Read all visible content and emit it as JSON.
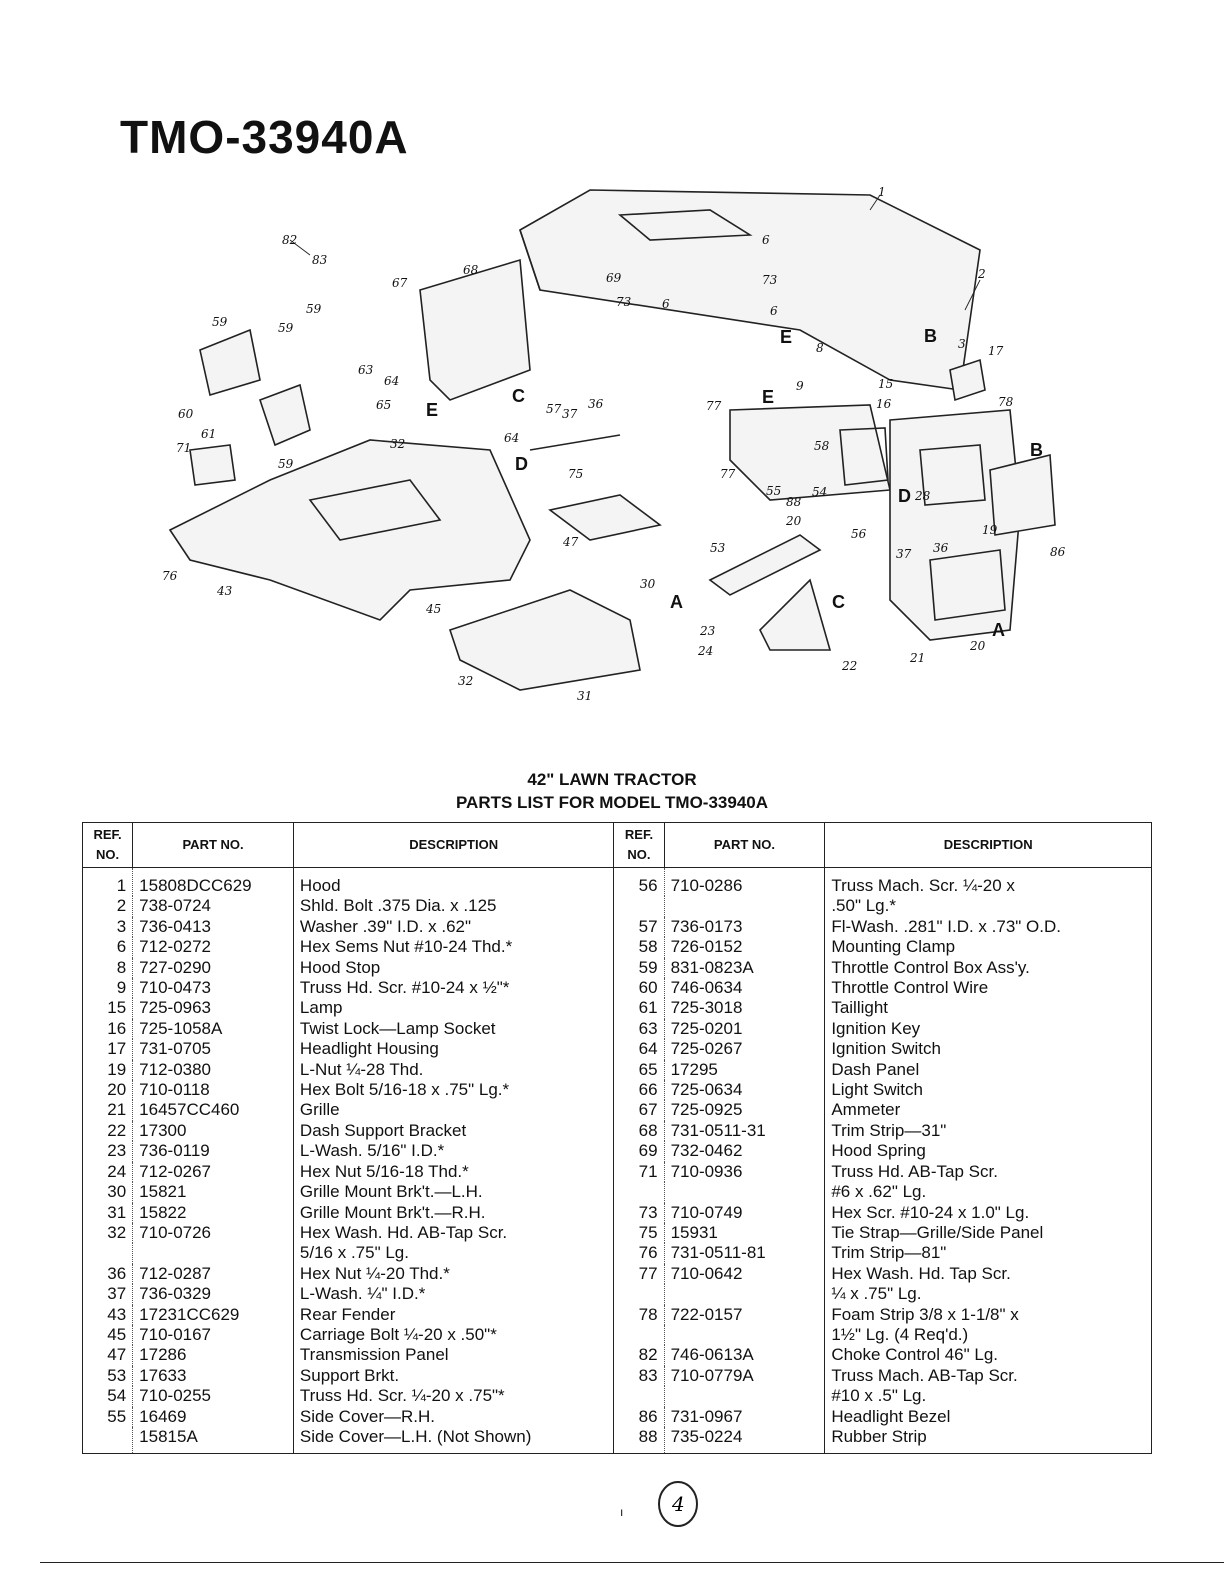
{
  "model_title": "TMO-33940A",
  "diagram": {
    "callouts": [
      "1",
      "2",
      "3",
      "6",
      "6",
      "6",
      "8",
      "9",
      "15",
      "16",
      "17",
      "19",
      "20",
      "20",
      "21",
      "22",
      "23",
      "24",
      "28",
      "30",
      "31",
      "32",
      "32",
      "36",
      "36",
      "37",
      "37",
      "43",
      "45",
      "47",
      "53",
      "54",
      "55",
      "56",
      "57",
      "58",
      "59",
      "59",
      "59",
      "59",
      "60",
      "61",
      "63",
      "64",
      "64",
      "65",
      "67",
      "68",
      "69",
      "71",
      "73",
      "73",
      "75",
      "76",
      "77",
      "77",
      "78",
      "82",
      "83",
      "86",
      "88"
    ],
    "letters": [
      "A",
      "A",
      "B",
      "B",
      "C",
      "C",
      "D",
      "D",
      "E",
      "E",
      "E"
    ]
  },
  "subtitle_line1": "42\" LAWN TRACTOR",
  "subtitle_line2": "PARTS LIST FOR MODEL TMO-33940A",
  "table": {
    "headers": {
      "ref": "REF. NO.",
      "part": "PART NO.",
      "description": "DESCRIPTION"
    },
    "rows": [
      {
        "l_ref": "1",
        "l_part": "15808DCC629",
        "l_desc": "Hood",
        "r_ref": "56",
        "r_part": "710-0286",
        "r_desc": "Truss Mach. Scr. ¼-20 x"
      },
      {
        "l_ref": "2",
        "l_part": "738-0724",
        "l_desc": "Shld. Bolt .375 Dia. x .125",
        "r_ref": "",
        "r_part": "",
        "r_desc": ".50\" Lg.*"
      },
      {
        "l_ref": "3",
        "l_part": "736-0413",
        "l_desc": "Washer .39\" I.D. x .62\"",
        "r_ref": "57",
        "r_part": "736-0173",
        "r_desc": "Fl-Wash. .281\" I.D. x .73\" O.D."
      },
      {
        "l_ref": "6",
        "l_part": "712-0272",
        "l_desc": "Hex Sems Nut #10-24 Thd.*",
        "r_ref": "58",
        "r_part": "726-0152",
        "r_desc": "Mounting Clamp"
      },
      {
        "l_ref": "8",
        "l_part": "727-0290",
        "l_desc": "Hood Stop",
        "r_ref": "59",
        "r_part": "831-0823A",
        "r_desc": "Throttle Control Box Ass'y."
      },
      {
        "l_ref": "9",
        "l_part": "710-0473",
        "l_desc": "Truss Hd. Scr. #10-24 x ½\"*",
        "r_ref": "60",
        "r_part": "746-0634",
        "r_desc": "Throttle Control Wire"
      },
      {
        "l_ref": "15",
        "l_part": "725-0963",
        "l_desc": "Lamp",
        "r_ref": "61",
        "r_part": "725-3018",
        "r_desc": "Taillight"
      },
      {
        "l_ref": "16",
        "l_part": "725-1058A",
        "l_desc": "Twist Lock—Lamp Socket",
        "r_ref": "63",
        "r_part": "725-0201",
        "r_desc": "Ignition Key"
      },
      {
        "l_ref": "17",
        "l_part": "731-0705",
        "l_desc": "Headlight Housing",
        "r_ref": "64",
        "r_part": "725-0267",
        "r_desc": "Ignition Switch"
      },
      {
        "l_ref": "19",
        "l_part": "712-0380",
        "l_desc": "L-Nut ¼-28 Thd.",
        "r_ref": "65",
        "r_part": "17295",
        "r_desc": "Dash Panel"
      },
      {
        "l_ref": "20",
        "l_part": "710-0118",
        "l_desc": "Hex Bolt 5/16-18 x .75\" Lg.*",
        "r_ref": "66",
        "r_part": "725-0634",
        "r_desc": "Light Switch"
      },
      {
        "l_ref": "21",
        "l_part": "16457CC460",
        "l_desc": "Grille",
        "r_ref": "67",
        "r_part": "725-0925",
        "r_desc": "Ammeter"
      },
      {
        "l_ref": "22",
        "l_part": "17300",
        "l_desc": "Dash Support Bracket",
        "r_ref": "68",
        "r_part": "731-0511-31",
        "r_desc": "Trim Strip—31\""
      },
      {
        "l_ref": "23",
        "l_part": "736-0119",
        "l_desc": "L-Wash. 5/16\" I.D.*",
        "r_ref": "69",
        "r_part": "732-0462",
        "r_desc": "Hood Spring"
      },
      {
        "l_ref": "24",
        "l_part": "712-0267",
        "l_desc": "Hex Nut 5/16-18 Thd.*",
        "r_ref": "71",
        "r_part": "710-0936",
        "r_desc": "Truss Hd. AB-Tap Scr."
      },
      {
        "l_ref": "30",
        "l_part": "15821",
        "l_desc": "Grille Mount Brk't.—L.H.",
        "r_ref": "",
        "r_part": "",
        "r_desc": "#6 x .62\" Lg."
      },
      {
        "l_ref": "31",
        "l_part": "15822",
        "l_desc": "Grille Mount Brk't.—R.H.",
        "r_ref": "73",
        "r_part": "710-0749",
        "r_desc": "Hex Scr. #10-24 x 1.0\" Lg."
      },
      {
        "l_ref": "32",
        "l_part": "710-0726",
        "l_desc": "Hex Wash. Hd. AB-Tap Scr.",
        "r_ref": "75",
        "r_part": "15931",
        "r_desc": "Tie Strap—Grille/Side Panel"
      },
      {
        "l_ref": "",
        "l_part": "",
        "l_desc": "5/16 x .75\" Lg.",
        "r_ref": "76",
        "r_part": "731-0511-81",
        "r_desc": "Trim Strip—81\""
      },
      {
        "l_ref": "36",
        "l_part": "712-0287",
        "l_desc": "Hex Nut ¼-20 Thd.*",
        "r_ref": "77",
        "r_part": "710-0642",
        "r_desc": "Hex Wash. Hd. Tap Scr."
      },
      {
        "l_ref": "37",
        "l_part": "736-0329",
        "l_desc": "L-Wash. ¼\" I.D.*",
        "r_ref": "",
        "r_part": "",
        "r_desc": "¼ x .75\" Lg."
      },
      {
        "l_ref": "43",
        "l_part": "17231CC629",
        "l_desc": "Rear Fender",
        "r_ref": "78",
        "r_part": "722-0157",
        "r_desc": "Foam Strip 3/8 x 1-1/8\" x"
      },
      {
        "l_ref": "45",
        "l_part": "710-0167",
        "l_desc": "Carriage Bolt ¼-20 x .50\"*",
        "r_ref": "",
        "r_part": "",
        "r_desc": "1½\" Lg. (4 Req'd.)"
      },
      {
        "l_ref": "47",
        "l_part": "17286",
        "l_desc": "Transmission Panel",
        "r_ref": "82",
        "r_part": "746-0613A",
        "r_desc": "Choke Control 46\" Lg."
      },
      {
        "l_ref": "53",
        "l_part": "17633",
        "l_desc": "Support Brkt.",
        "r_ref": "83",
        "r_part": "710-0779A",
        "r_desc": "Truss Mach. AB-Tap Scr."
      },
      {
        "l_ref": "54",
        "l_part": "710-0255",
        "l_desc": "Truss Hd. Scr. ¼-20 x .75\"*",
        "r_ref": "",
        "r_part": "",
        "r_desc": "#10 x .5\" Lg."
      },
      {
        "l_ref": "55",
        "l_part": "16469",
        "l_desc": "Side Cover—R.H.",
        "r_ref": "86",
        "r_part": "731-0967",
        "r_desc": "Headlight Bezel"
      },
      {
        "l_ref": "",
        "l_part": "15815A",
        "l_desc": "Side Cover—L.H. (Not Shown)",
        "r_ref": "88",
        "r_part": "735-0224",
        "r_desc": "Rubber Strip"
      }
    ]
  },
  "page_number": "4"
}
